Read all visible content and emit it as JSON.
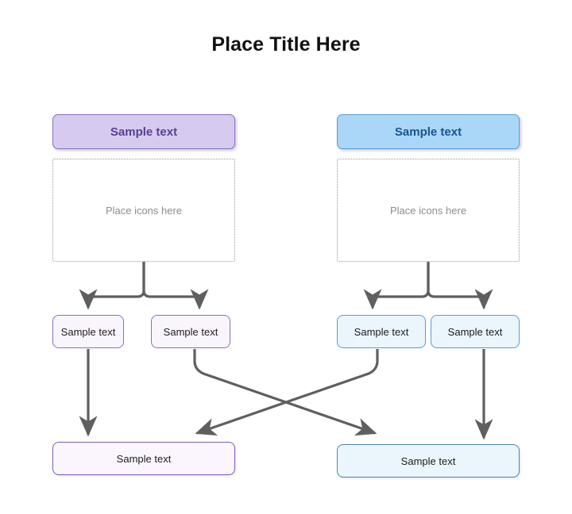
{
  "title": "Place Title Here",
  "colors": {
    "purple_header_bg": "#d6cbee",
    "purple_header_border": "#8a6fc0",
    "purple_header_text": "#5a3d96",
    "blue_header_bg": "#aad7f7",
    "blue_header_border": "#5b9bd5",
    "blue_header_text": "#1a5490",
    "purple_node_bg": "#faf5fd",
    "blue_node_bg": "#eaf5fc",
    "connector": "#5f5f5f",
    "placeholder_text": "#8d8d8d",
    "canvas": "#ffffff"
  },
  "branches": {
    "left": {
      "header_label": "Sample text",
      "placeholder_label": "Place icons here",
      "mid_nodes": [
        {
          "label": "Sample text"
        },
        {
          "label": "Sample text"
        }
      ],
      "bottom_node": {
        "label": "Sample text"
      }
    },
    "right": {
      "header_label": "Sample text",
      "placeholder_label": "Place icons here",
      "mid_nodes": [
        {
          "label": "Sample text"
        },
        {
          "label": "Sample text"
        }
      ],
      "bottom_node": {
        "label": "Sample text"
      }
    }
  },
  "connectors": {
    "left_fork": "left-header-splits-to-two-mid-nodes",
    "right_fork": "right-header-splits-to-two-mid-nodes",
    "left_direct": "left-mid-1-down-to-left-bottom",
    "right_direct": "right-mid-2-down-to-right-bottom",
    "cross_left_to_right": "left-mid-2-crosses-to-right-bottom",
    "cross_right_to_left": "right-mid-1-crosses-to-left-bottom"
  }
}
